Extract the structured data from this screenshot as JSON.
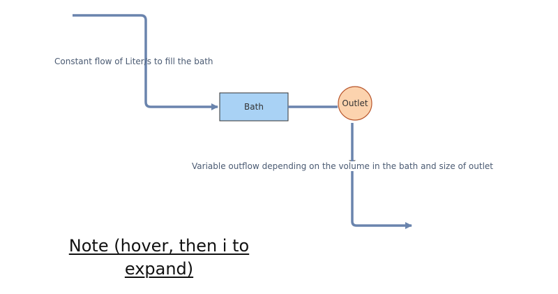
{
  "diagram": {
    "inflow_label": "Constant flow of Liter/s to fill the bath",
    "outflow_label": "Variable outflow depending on the volume in the bath and size of outlet",
    "nodes": {
      "bath": "Bath",
      "outlet": "Outlet"
    },
    "note": "Note (hover, then i to expand)",
    "colors": {
      "flow": "#6a84ad",
      "bath_fill": "#a9d2f5",
      "bath_stroke": "#333333",
      "outlet_fill": "#fcd3ae",
      "outlet_stroke": "#b8552a",
      "text": "#4a5a72"
    }
  }
}
